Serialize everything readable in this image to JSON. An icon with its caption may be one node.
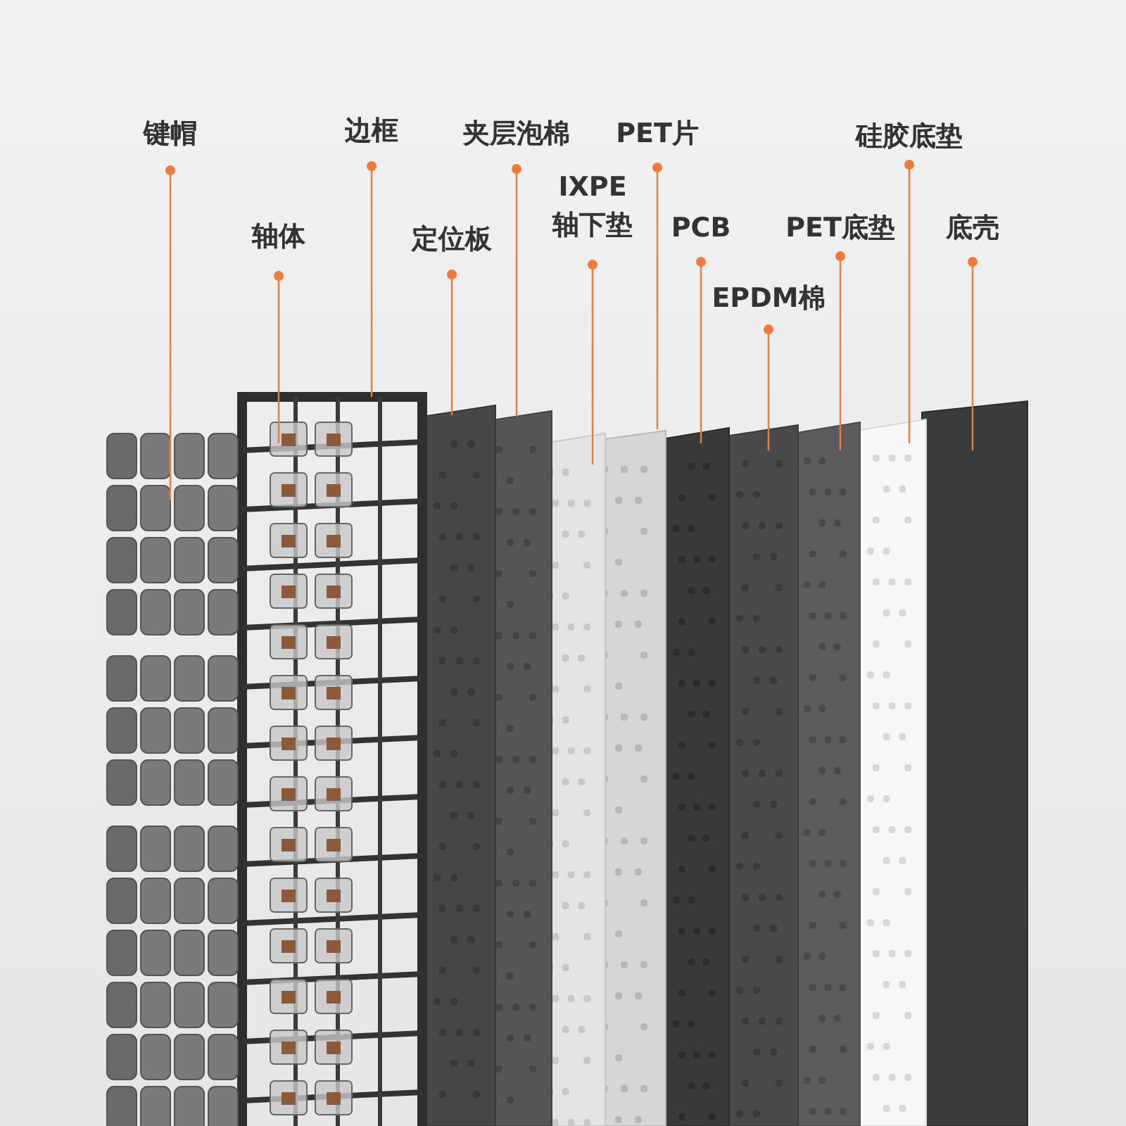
{
  "diagram": {
    "nodes": [
      {
        "text": [
          "键帽"
        ]
      },
      {
        "text": [
          "轴体"
        ]
      },
      {
        "text": [
          "边框"
        ]
      },
      {
        "text": [
          "定位板"
        ]
      },
      {
        "text": [
          "夹层泡棉"
        ]
      },
      {
        "text": [
          "IXPE 轴下垫"
        ]
      },
      {
        "text": [
          "PET片"
        ]
      },
      {
        "text": [
          "PCB"
        ]
      },
      {
        "text": [
          "EPDM棉"
        ]
      },
      {
        "text": [
          "PET底垫"
        ]
      },
      {
        "text": [
          "硅胶底垫"
        ]
      },
      {
        "text": [
          "底壳"
        ]
      }
    ],
    "edges": [
      {
        "from": 0,
        "to": null,
        "arrow": "other"
      },
      {
        "from": 1,
        "to": null,
        "arrow": "other"
      },
      {
        "from": 2,
        "to": null,
        "arrow": "other"
      },
      {
        "from": 3,
        "to": null,
        "arrow": "other"
      },
      {
        "from": 4,
        "to": null,
        "arrow": "other"
      },
      {
        "from": 5,
        "to": null,
        "arrow": "other"
      },
      {
        "from": 6,
        "to": null,
        "arrow": "other"
      },
      {
        "from": 7,
        "to": null,
        "arrow": "other"
      },
      {
        "from": 8,
        "to": null,
        "arrow": "other"
      },
      {
        "from": 9,
        "to": null,
        "arrow": "other"
      },
      {
        "from": 10,
        "to": null,
        "arrow": "other"
      },
      {
        "from": 11,
        "to": null,
        "arrow": "other"
      }
    ]
  }
}
